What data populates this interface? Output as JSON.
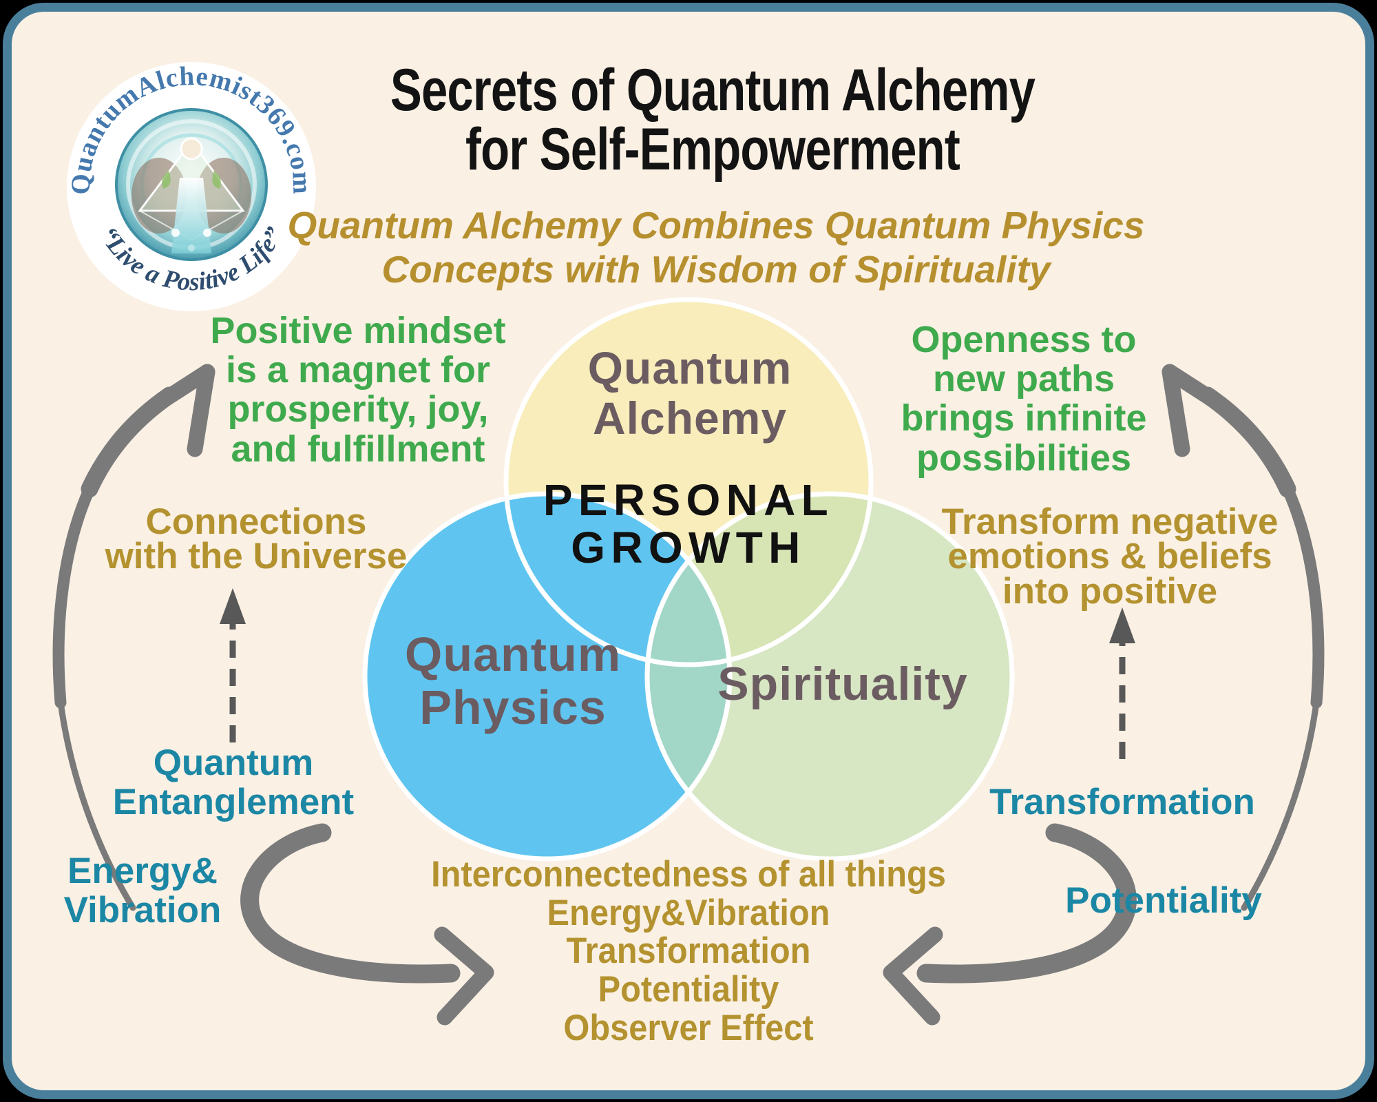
{
  "frame": {
    "outer_background": "#000000",
    "border_color": "#4a7f9b",
    "card_background": "#faf0e4"
  },
  "logo": {
    "site_text": "QuantumAlchemist369.com",
    "tagline": "“Live a Positive Life”"
  },
  "header": {
    "title_line1": "Secrets of Quantum Alchemy",
    "title_line2": "for Self-Empowerment",
    "subtitle_line1": "Quantum Alchemy Combines Quantum Physics",
    "subtitle_line2": "Concepts with Wisdom of Spirituality"
  },
  "venn": {
    "top_circle": {
      "label_line1": "Quantum",
      "label_line2": "Alchemy",
      "fill": "#f8edbb"
    },
    "left_circle": {
      "label_line1": "Quantum",
      "label_line2": "Physics",
      "fill": "#5fc5f0"
    },
    "right_circle": {
      "label": "Spirituality",
      "fill": "rgba(198,224,177,0.66)"
    },
    "center_line1": "PERSONAL",
    "center_line2": "GROWTH"
  },
  "annotations": {
    "positive_mindset": [
      "Positive mindset",
      "is a magnet for",
      "prosperity, joy,",
      "and fulfillment"
    ],
    "openness": [
      "Openness to",
      "new paths",
      "brings infinite",
      "possibilities"
    ],
    "connections": [
      "Connections",
      "with the Universe"
    ],
    "transform_negative": [
      "Transform  negative",
      "emotions & beliefs",
      "into positive"
    ],
    "quantum_entanglement": [
      "Quantum",
      "Entanglement"
    ],
    "energy_vibration": [
      "Energy&",
      "Vibration"
    ],
    "transformation": "Transformation",
    "potentiality": "Potentiality",
    "shared_concepts": [
      "Interconnectedness of all things",
      "Energy&Vibration",
      "Transformation",
      "Potentiality",
      "Observer Effect"
    ]
  },
  "colors": {
    "green_text": "#3faa4d",
    "gold_text": "#b3922f",
    "teal_text": "#1b87a5",
    "label_taupe": "#6b5c61",
    "arrow_gray": "#7a7a7a",
    "title_color": "#131313"
  }
}
